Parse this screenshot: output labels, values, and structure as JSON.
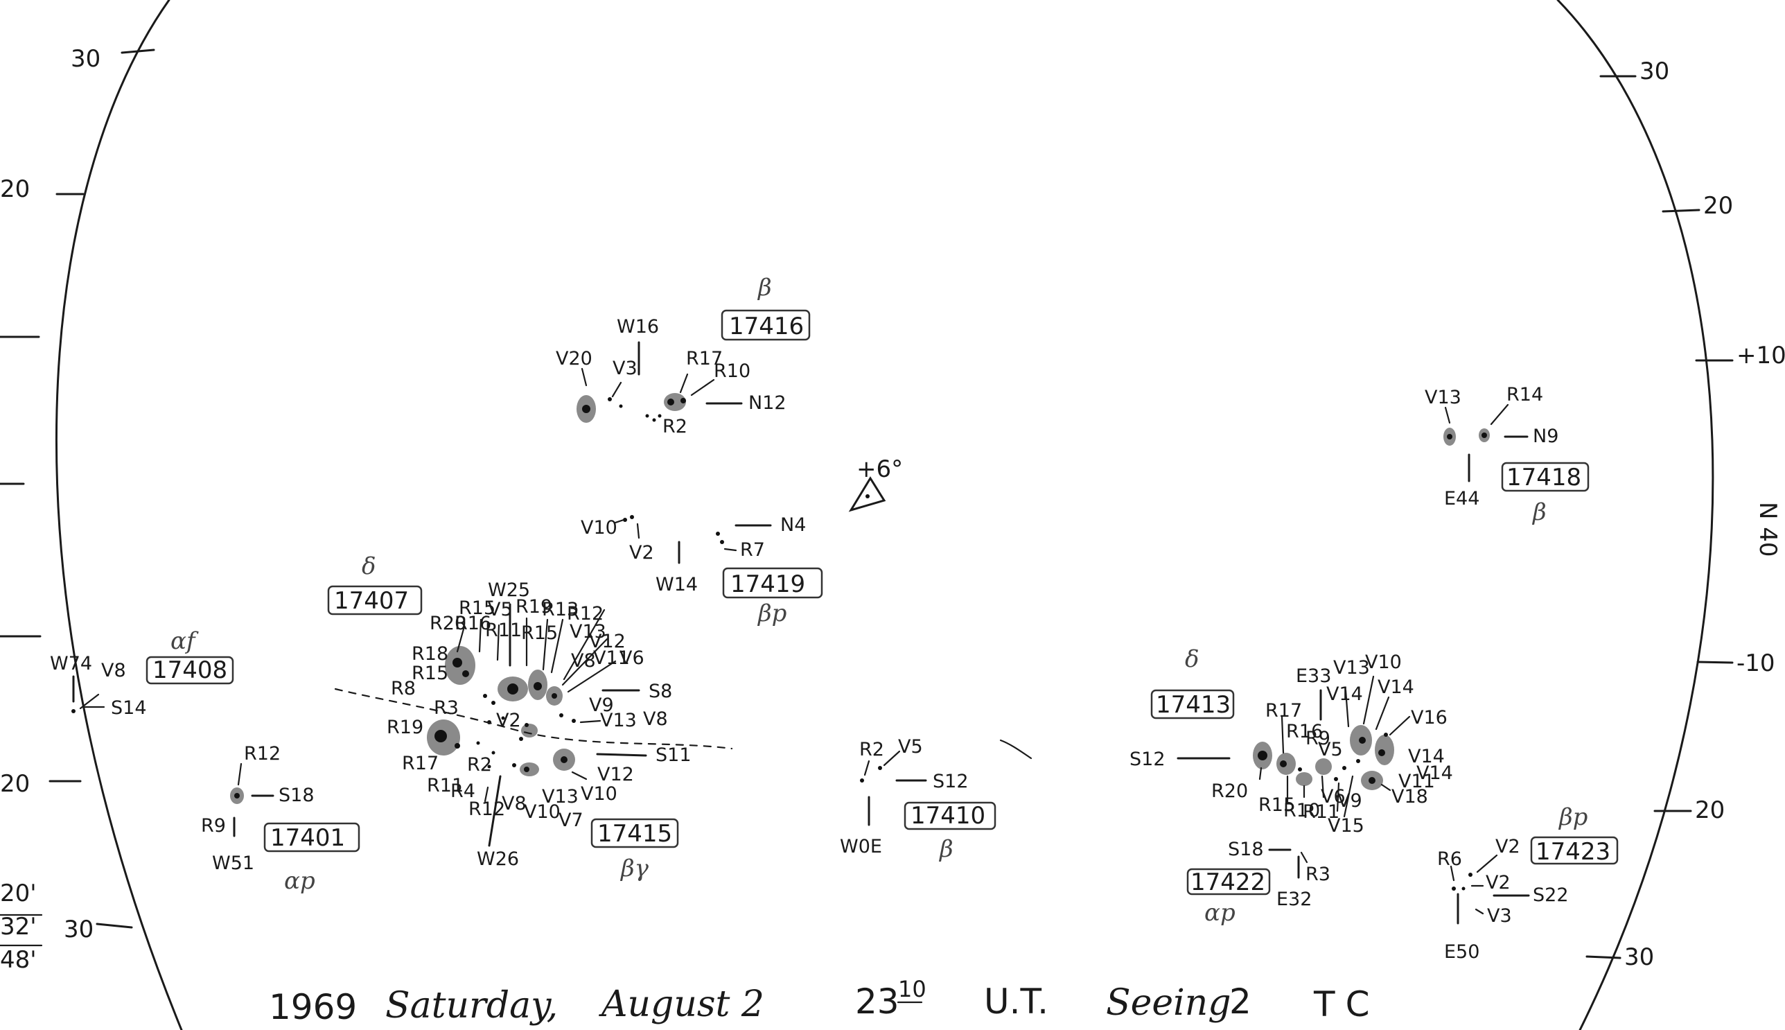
{
  "limb_scale": {
    "left_ticks": [
      "30",
      "20",
      "20",
      "30"
    ],
    "right_ticks": [
      "30",
      "20",
      "+10",
      "-10",
      "20",
      "30"
    ],
    "right_edge_fragment": "N 40",
    "left_margin_notes": [
      "20'",
      "32'",
      "48'"
    ]
  },
  "center_marker": {
    "label": "+6°"
  },
  "regions": [
    {
      "number": "17416",
      "class": "β",
      "labels": [
        "V20",
        "V3",
        "W16",
        "R17",
        "R10",
        "R2",
        "N12"
      ]
    },
    {
      "number": "17419",
      "class": "βp",
      "labels": [
        "V10",
        "V2",
        "W14",
        "N4",
        "R7"
      ]
    },
    {
      "number": "17407",
      "class": "δ",
      "labels": [
        "W25",
        "R20",
        "R15",
        "R16",
        "R11",
        "V5",
        "R19",
        "R15",
        "R13",
        "R12",
        "V13",
        "V12",
        "V8",
        "V11",
        "V6",
        "R18",
        "R15",
        "R8",
        "R3",
        "R19",
        "R17",
        "R2",
        "R11",
        "R4",
        "R12",
        "V8",
        "V10",
        "V13",
        "V7",
        "V10",
        "V12",
        "V9",
        "V13",
        "V8",
        "V2",
        "S8",
        "S11",
        "W26"
      ]
    },
    {
      "number": "17415",
      "class": "βγ",
      "labels": []
    },
    {
      "number": "17408",
      "class": "αf",
      "labels": [
        "W74",
        "V8",
        "S14"
      ]
    },
    {
      "number": "17401",
      "class": "αp",
      "labels": [
        "R12",
        "S18",
        "R9",
        "W51"
      ]
    },
    {
      "number": "17410",
      "class": "β",
      "labels": [
        "R2",
        "V5",
        "S12",
        "W0E"
      ]
    },
    {
      "number": "17413",
      "class": "δ",
      "labels": [
        "E33",
        "V13",
        "V10",
        "V14",
        "V14",
        "V16",
        "S12",
        "R17",
        "R16",
        "R9",
        "V5",
        "V14",
        "V14",
        "V11",
        "V18",
        "R20",
        "R15",
        "R10",
        "R11",
        "V6",
        "V9",
        "V15"
      ]
    },
    {
      "number": "17422",
      "class": "αp",
      "labels": [
        "S18",
        "R3",
        "E32"
      ]
    },
    {
      "number": "17418",
      "class": "β",
      "labels": [
        "V13",
        "R14",
        "N9",
        "E44"
      ]
    },
    {
      "number": "17423",
      "class": "βp",
      "labels": [
        "R6",
        "V2",
        "V2",
        "S22",
        "V3",
        "E50"
      ]
    }
  ],
  "footer": {
    "year": "1969",
    "weekday": "Saturday,",
    "date": "August 2",
    "time": "23",
    "time_minutes": "10",
    "ut": "U.T.",
    "seeing_label": "Seeing",
    "seeing_value": "2",
    "observer": "TC"
  }
}
